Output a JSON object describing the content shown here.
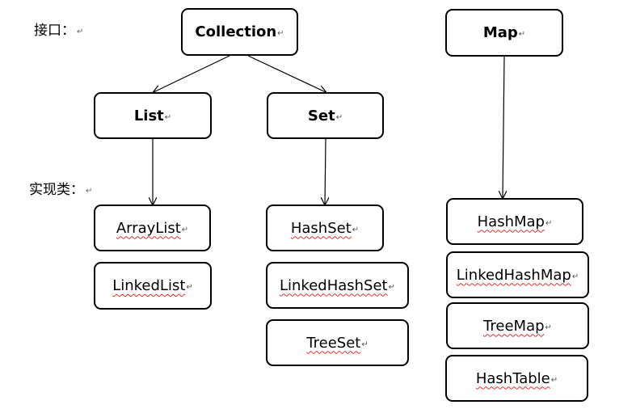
{
  "labels": {
    "interfaces": "接口：",
    "implementations": "实现类："
  },
  "marks": {
    "paragraph": "↵"
  },
  "interfaces": {
    "collection": "Collection",
    "list": "List",
    "set": "Set",
    "map": "Map"
  },
  "implementations": {
    "array_list": "ArrayList",
    "linked_list": "LinkedList",
    "hash_set": "HashSet",
    "linked_hash_set": "LinkedHashSet",
    "tree_set": "TreeSet",
    "hash_map": "HashMap",
    "linked_hash_map": "LinkedHashMap",
    "tree_map": "TreeMap",
    "hash_table": "HashTable"
  },
  "colors": {
    "line": "#000000",
    "spellcheck_underline": "#e03030"
  }
}
